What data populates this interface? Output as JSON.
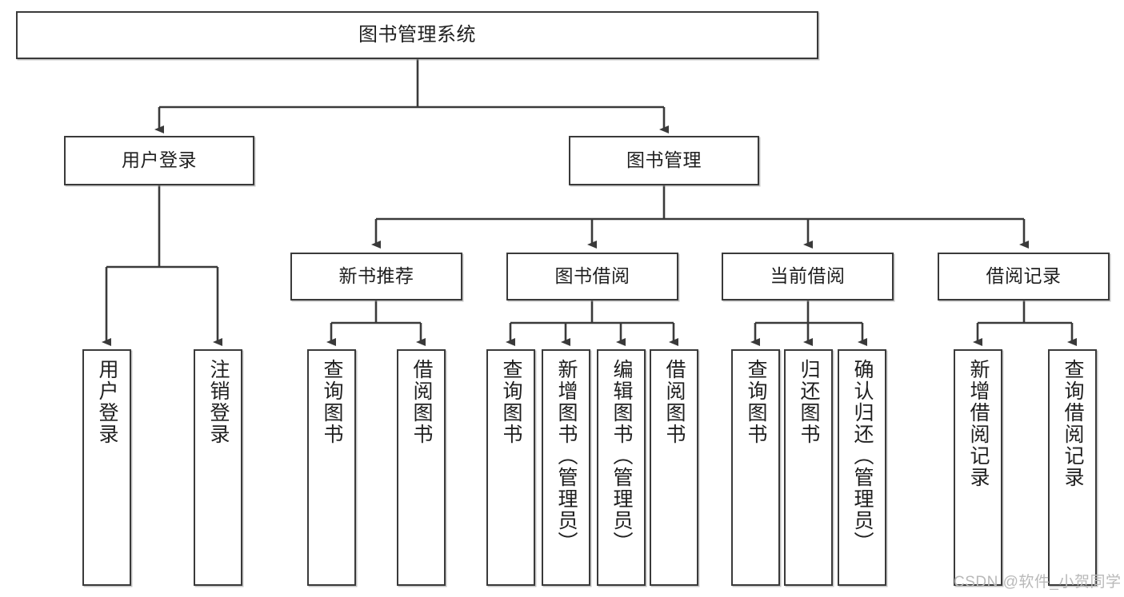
{
  "diagram": {
    "title": "图书管理系统",
    "type": "tree",
    "watermark": "CSDN @软件_小贺同学",
    "colors": {
      "box_border": "#3a3a3a",
      "box_fill": "#ffffff",
      "line": "#3a3a3a",
      "text": "#1f1f1f",
      "watermark": "#b9b9b9"
    },
    "nodes": {
      "root": {
        "label": "图书管理系统"
      },
      "level2": [
        {
          "id": "user-login",
          "label": "用户登录"
        },
        {
          "id": "book-manage",
          "label": "图书管理"
        }
      ],
      "level3": [
        {
          "id": "new-book-recommend",
          "label": "新书推荐"
        },
        {
          "id": "book-borrow",
          "label": "图书借阅"
        },
        {
          "id": "current-borrow",
          "label": "当前借阅"
        },
        {
          "id": "borrow-record",
          "label": "借阅记录"
        }
      ],
      "leaves": {
        "user_login": [
          {
            "id": "leaf-user-login",
            "label": "用户登录"
          },
          {
            "id": "leaf-logout-login",
            "label": "注销登录"
          }
        ],
        "new_book_recommend": [
          {
            "id": "leaf-query-book-1",
            "label": "查询图书"
          },
          {
            "id": "leaf-borrow-book-1",
            "label": "借阅图书"
          }
        ],
        "book_borrow": [
          {
            "id": "leaf-query-book-2",
            "label": "查询图书"
          },
          {
            "id": "leaf-add-book",
            "label": "新增图书（管理员）"
          },
          {
            "id": "leaf-edit-book",
            "label": "编辑图书（管理员）"
          },
          {
            "id": "leaf-borrow-book-2",
            "label": "借阅图书"
          }
        ],
        "current_borrow": [
          {
            "id": "leaf-query-book-3",
            "label": "查询图书"
          },
          {
            "id": "leaf-return-book",
            "label": "归还图书"
          },
          {
            "id": "leaf-confirm-return",
            "label": "确认归还（管理员）"
          }
        ],
        "borrow_record": [
          {
            "id": "leaf-add-record",
            "label": "新增借阅记录"
          },
          {
            "id": "leaf-query-record",
            "label": "查询借阅记录"
          }
        ]
      }
    }
  }
}
